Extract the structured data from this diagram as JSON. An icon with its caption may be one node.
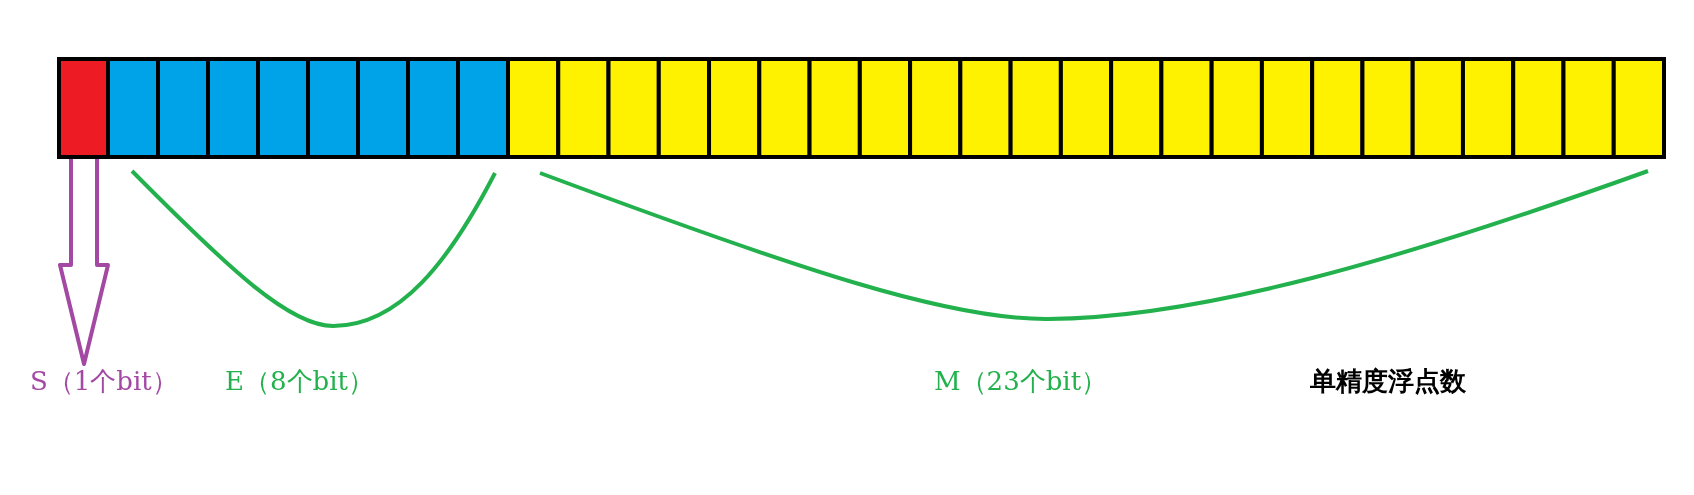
{
  "diagram": {
    "nodes": [
      {
        "text": [],
        "shape": "box"
      },
      {
        "text": [
          "S（1个bit）"
        ]
      }
    ],
    "edges": [
      {
        "from": 0,
        "to": 1,
        "arrow": "to"
      }
    ],
    "labels": [
      "E（8个bit）",
      "M（23个bit）",
      "单精度浮点数"
    ]
  }
}
